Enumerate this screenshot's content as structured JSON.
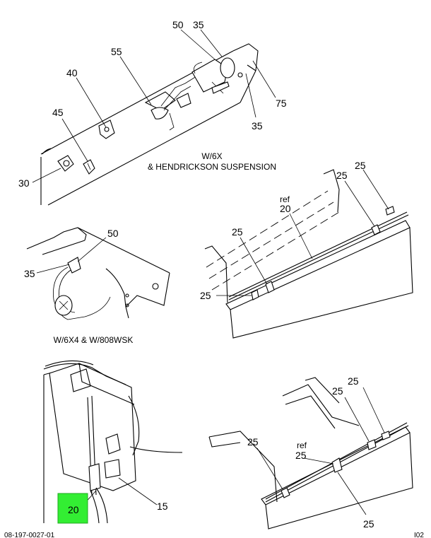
{
  "callouts": {
    "top": {
      "c50": "50",
      "c35a": "35",
      "c55": "55",
      "c40": "40",
      "c45": "45",
      "c30": "30",
      "c75": "75",
      "c35b": "35"
    },
    "mid_left": {
      "c50": "50",
      "c35": "35"
    },
    "mid_right": {
      "ref": "ref",
      "c20": "20",
      "c25a": "25",
      "c25b": "25",
      "c25c": "25",
      "c25d": "25"
    },
    "bottom_left": {
      "c20": "20",
      "c15": "15"
    },
    "bottom_right": {
      "c25a": "25",
      "c25b": "25",
      "c25c": "25",
      "ref": "ref",
      "c25ref": "25",
      "c25e": "25"
    }
  },
  "captions": {
    "top_line1": "W/6X",
    "top_line2": "& HENDRICKSON SUSPENSION",
    "mid_left": "W/6X4 & W/808WSK"
  },
  "footer": {
    "left": "08-197-0027-01",
    "right": "I02"
  },
  "colors": {
    "highlight": "#33ee33",
    "ink": "#000000",
    "paper": "#ffffff"
  }
}
